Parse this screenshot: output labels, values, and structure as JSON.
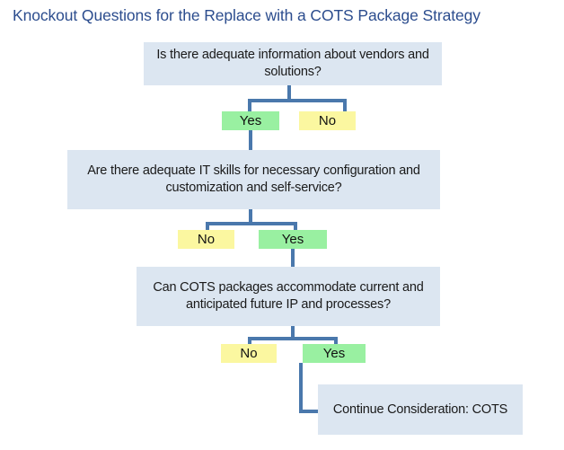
{
  "title": "Knockout Questions for the Replace with a COTS Package Strategy",
  "colors": {
    "title_text": "#2c4d8e",
    "question_box_fill": "#dce6f1",
    "yes_chip_fill": "#99f0a1",
    "no_chip_fill": "#fbf7a0",
    "connector_line": "#4a78ac",
    "background": "#ffffff"
  },
  "nodes": {
    "q1": "Is there adequate information about vendors and solutions?",
    "q1_yes": "Yes",
    "q1_no": "No",
    "q2": "Are there adequate IT skills for necessary configuration and customization and self-service?",
    "q2_no": "No",
    "q2_yes": "Yes",
    "q3": "Can COTS packages accommodate current and anticipated future IP and processes?",
    "q3_no": "No",
    "q3_yes": "Yes",
    "outcome": "Continue Consideration: COTS"
  },
  "flow": {
    "type": "decision-tree",
    "steps": [
      {
        "question": "Is there adequate information about vendors and solutions?",
        "branches": [
          "Yes",
          "No"
        ],
        "continue_branch": "Yes"
      },
      {
        "question": "Are there adequate IT skills for necessary configuration and customization and self-service?",
        "branches": [
          "No",
          "Yes"
        ],
        "continue_branch": "Yes"
      },
      {
        "question": "Can COTS packages accommodate current and anticipated future IP and processes?",
        "branches": [
          "No",
          "Yes"
        ],
        "continue_branch": "Yes"
      }
    ],
    "terminal": "Continue Consideration: COTS"
  }
}
